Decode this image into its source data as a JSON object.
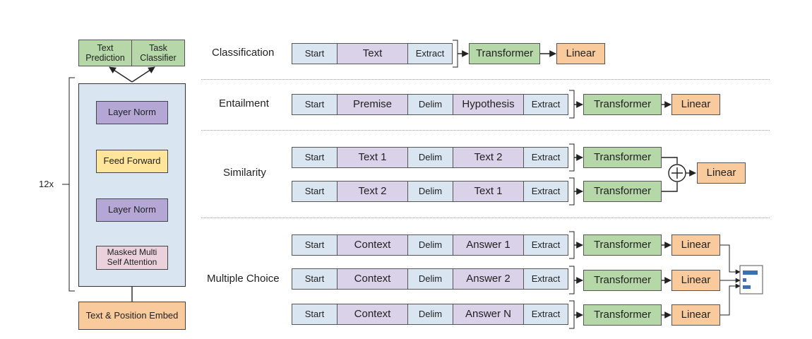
{
  "left": {
    "heads": [
      "Text\nPrediction",
      "Task\nClassifier"
    ],
    "repeat_label": "12x",
    "layer_norm_top": "Layer Norm",
    "feed_forward": "Feed Forward",
    "layer_norm_bottom": "Layer Norm",
    "attention": "Masked Multi\nSelf Attention",
    "embed": "Text & Position Embed"
  },
  "tasks": {
    "classification": {
      "label": "Classification",
      "tokens": [
        "Start",
        "Text",
        "Extract"
      ],
      "transformer": "Transformer",
      "linear": "Linear"
    },
    "entailment": {
      "label": "Entailment",
      "tokens": [
        "Start",
        "Premise",
        "Delim",
        "Hypothesis",
        "Extract"
      ],
      "transformer": "Transformer",
      "linear": "Linear"
    },
    "similarity": {
      "label": "Similarity",
      "rows": [
        {
          "tokens": [
            "Start",
            "Text 1",
            "Delim",
            "Text 2",
            "Extract"
          ],
          "transformer": "Transformer"
        },
        {
          "tokens": [
            "Start",
            "Text 2",
            "Delim",
            "Text 1",
            "Extract"
          ],
          "transformer": "Transformer"
        }
      ],
      "plus": "+",
      "linear": "Linear"
    },
    "multiple_choice": {
      "label": "Multiple Choice",
      "rows": [
        {
          "tokens": [
            "Start",
            "Context",
            "Delim",
            "Answer 1",
            "Extract"
          ],
          "transformer": "Transformer",
          "linear": "Linear"
        },
        {
          "tokens": [
            "Start",
            "Context",
            "Delim",
            "Answer 2",
            "Extract"
          ],
          "transformer": "Transformer",
          "linear": "Linear"
        },
        {
          "tokens": [
            "Start",
            "Context",
            "Delim",
            "Answer N",
            "Extract"
          ],
          "transformer": "Transformer",
          "linear": "Linear"
        }
      ]
    }
  }
}
